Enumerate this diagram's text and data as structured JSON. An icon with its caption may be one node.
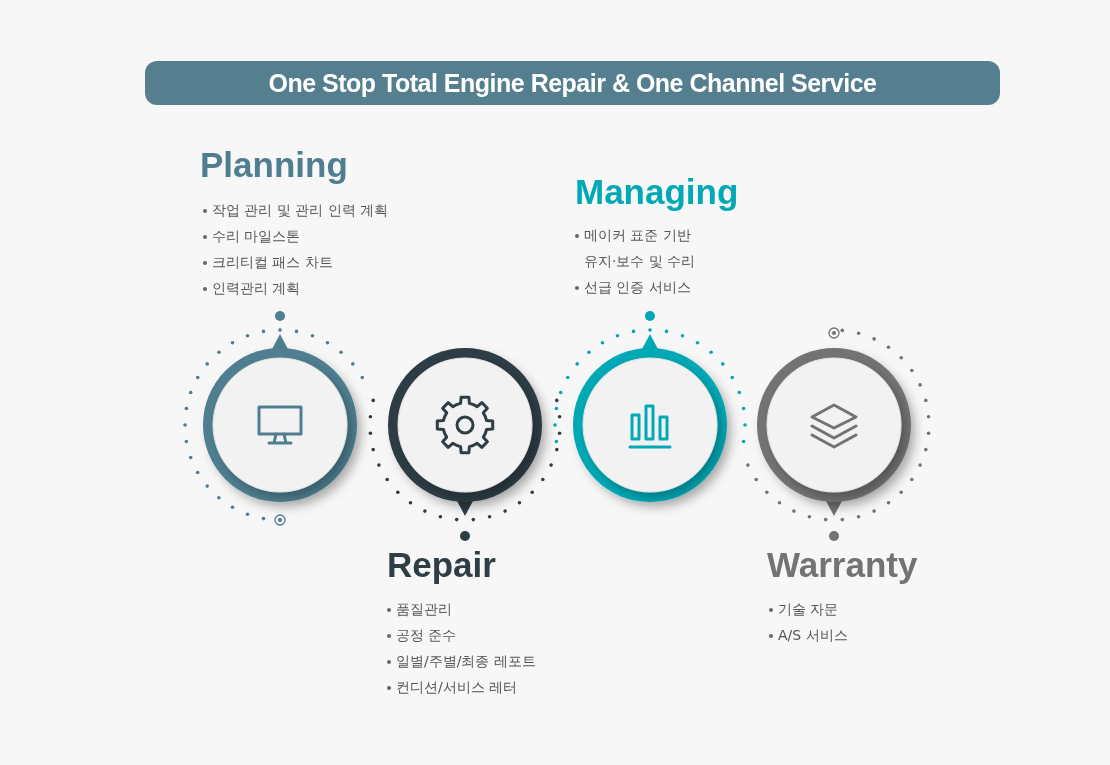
{
  "diagram": {
    "title": "One Stop Total Engine Repair & One Channel Service",
    "nodes": [
      {
        "text": [
          "Planning",
          "작업 관리 및 관리 인력 계획",
          "수리 마일스톤",
          "크리티컬 패스 차트",
          "인력관리 계획"
        ]
      },
      {
        "text": [
          "Repair",
          "품질관리",
          "공정 준수",
          "일별/주별/최종 레포트",
          "컨디션/서비스 레터"
        ]
      },
      {
        "text": [
          "Managing",
          "메이커 표준 기반 유지·보수 및 수리",
          "선급 인증  서비스"
        ]
      },
      {
        "text": [
          "Warranty",
          "기술 자문",
          "A/S 서비스"
        ]
      }
    ]
  }
}
